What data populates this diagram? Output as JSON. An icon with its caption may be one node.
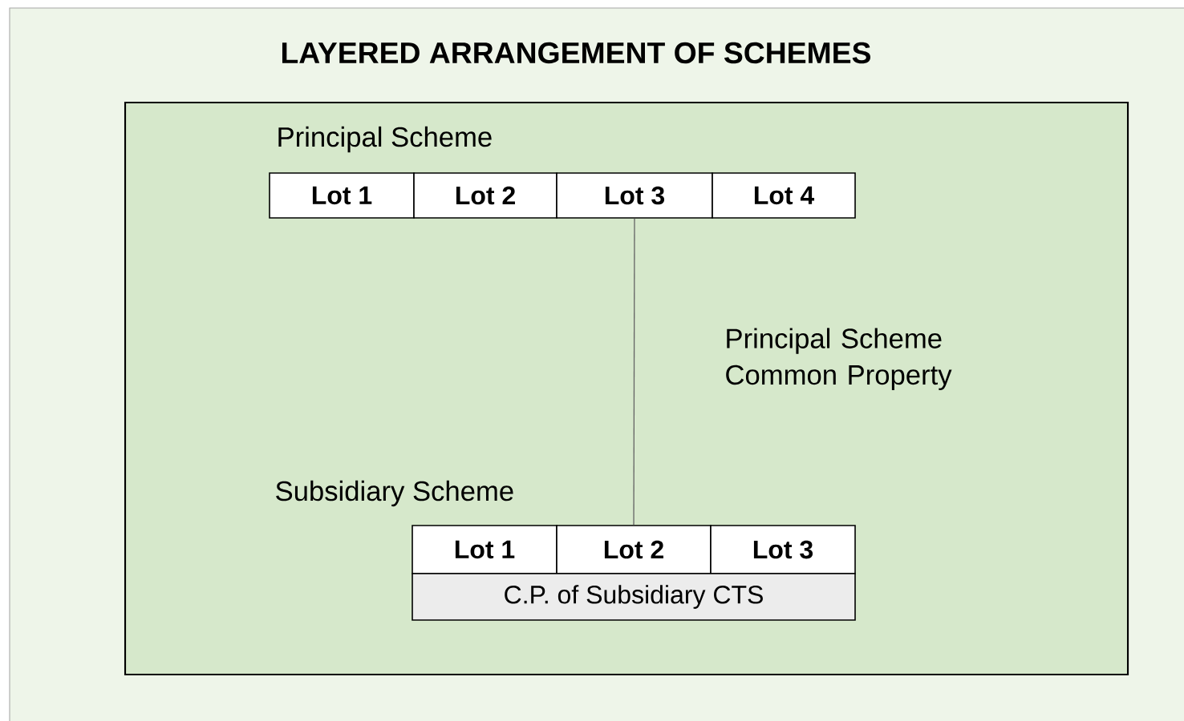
{
  "diagram": {
    "title": "LAYERED ARRANGEMENT OF SCHEMES",
    "nodes": [
      {
        "text": [
          "Principal Scheme Common Property"
        ]
      },
      {
        "text": [
          "Lot 1"
        ],
        "in": 0
      },
      {
        "text": [
          "Lot 2"
        ],
        "in": 0
      },
      {
        "text": [
          "Lot 3"
        ],
        "in": 0
      },
      {
        "text": [
          "Lot 4"
        ],
        "in": 0
      },
      {
        "text": [
          "Lot 1"
        ],
        "in": 0
      },
      {
        "text": [
          "Lot 2"
        ],
        "in": 0
      },
      {
        "text": [
          "Lot 3"
        ],
        "in": 0
      },
      {
        "text": [
          "C.P. of Subsidiary CTS"
        ],
        "in": 0
      }
    ],
    "edges": [
      {
        "from": 3,
        "to": 6,
        "arrow": "none"
      }
    ],
    "labels": [
      "Principal Scheme",
      "Subsidiary Scheme"
    ]
  }
}
